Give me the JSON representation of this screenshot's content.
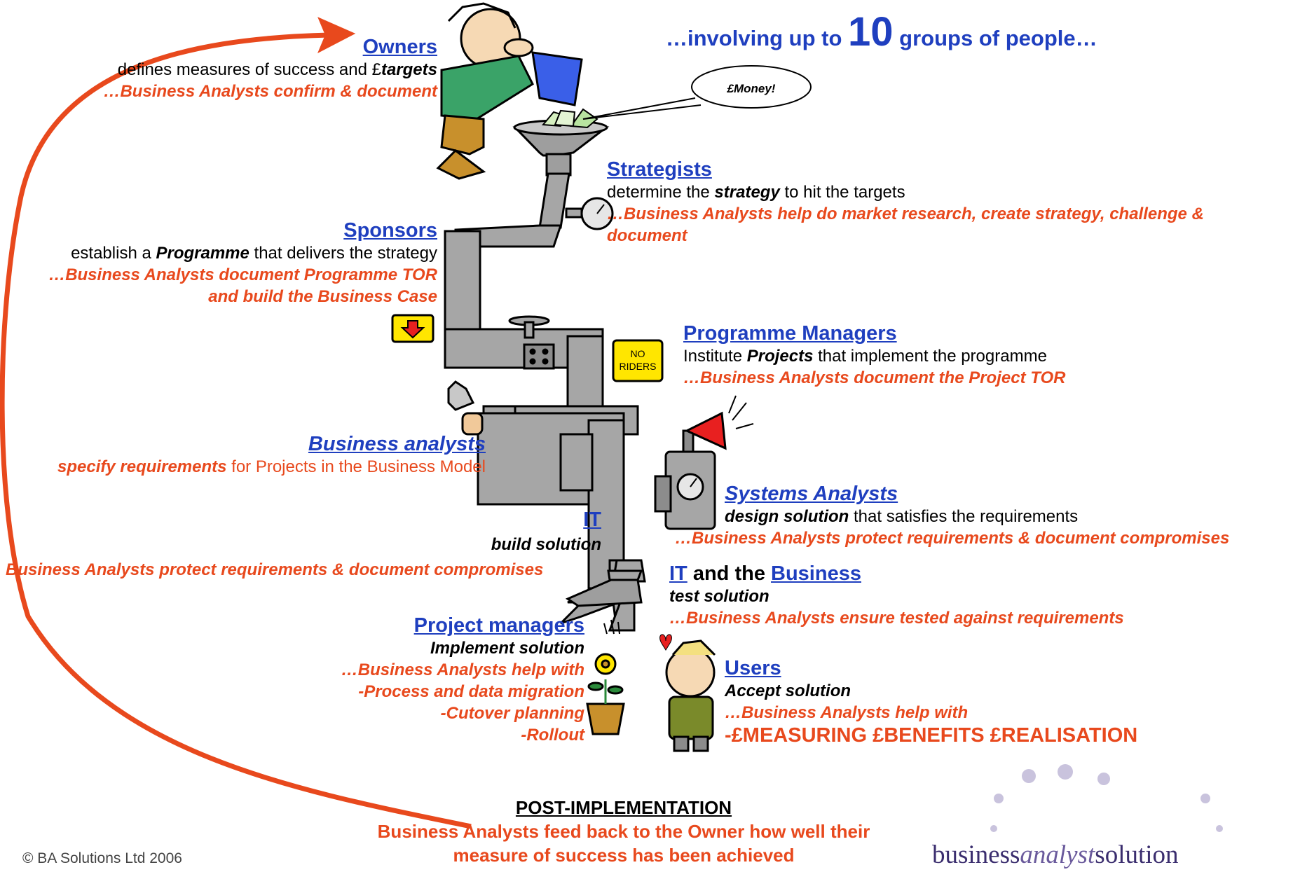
{
  "headline": {
    "prefix": "…involving up to ",
    "number": "10",
    "suffix": " groups of people…",
    "color": "#1f3fbf"
  },
  "speech_bubble": "£Money!",
  "owners": {
    "title": "Owners",
    "line1_prefix": "defines measures of success and £",
    "line1_em": "targets",
    "line2": "…Business Analysts confirm & document"
  },
  "strategists": {
    "title": "Strategists",
    "line1_prefix": "determine the ",
    "line1_em": "strategy",
    "line1_suffix": " to hit the targets",
    "line2": "…Business Analysts help do market research, create strategy, challenge &",
    "line3": "document"
  },
  "sponsors": {
    "title": "Sponsors",
    "line1_prefix": "establish a ",
    "line1_em": "Programme",
    "line1_suffix": " that delivers the strategy",
    "line2": "…Business Analysts document Programme TOR",
    "line3": "and build the Business Case"
  },
  "programme_managers": {
    "title": "Programme Managers",
    "sign": [
      "NO",
      "RIDERS"
    ],
    "line1_prefix": "Institute ",
    "line1_em": "Projects",
    "line1_suffix": " that implement the programme",
    "line2": "…Business Analysts document the Project TOR"
  },
  "business_analysts": {
    "title": "Business analysts",
    "line1_em": "specify requirements",
    "line1_suffix": " for Projects in the Business Model"
  },
  "systems_analysts": {
    "title": "Systems Analysts",
    "line1_em": "design solution",
    "line1_suffix": " that satisfies the requirements",
    "line2": "…Business Analysts protect requirements & document compromises"
  },
  "it": {
    "title": "IT",
    "line1": "build solution",
    "line2": "Business Analysts protect requirements & document compromises"
  },
  "it_business": {
    "title_it": "IT",
    "title_and": " and the ",
    "title_business": "Business",
    "line1": "test solution",
    "line2": "…Business Analysts ensure tested against requirements"
  },
  "project_managers": {
    "title": "Project managers",
    "line1": "Implement solution",
    "line2": "…Business Analysts help with",
    "line3": "-Process and data migration",
    "line4": "-Cutover planning",
    "line5": "-Rollout"
  },
  "users": {
    "title": "Users",
    "line1": "Accept solution",
    "line2": "…Business Analysts help with",
    "line3": "-£MEASURING £BENEFITS £REALISATION"
  },
  "post_implementation": {
    "title": "POST-IMPLEMENTATION",
    "line1": "Business Analysts feed back to the Owner how well their",
    "line2": "measure of success has been achieved"
  },
  "copyright": "© BA Solutions Ltd 2006",
  "logo": {
    "part1": "business",
    "part2": "analyst",
    "part3": "solution"
  },
  "colors": {
    "role_blue": "#1f3fbf",
    "accent_red": "#e8491d",
    "pipe_gray": "#a6a6a6",
    "logo_dots": "#c9c3dd",
    "logo_purple": "#6a5a9c"
  }
}
